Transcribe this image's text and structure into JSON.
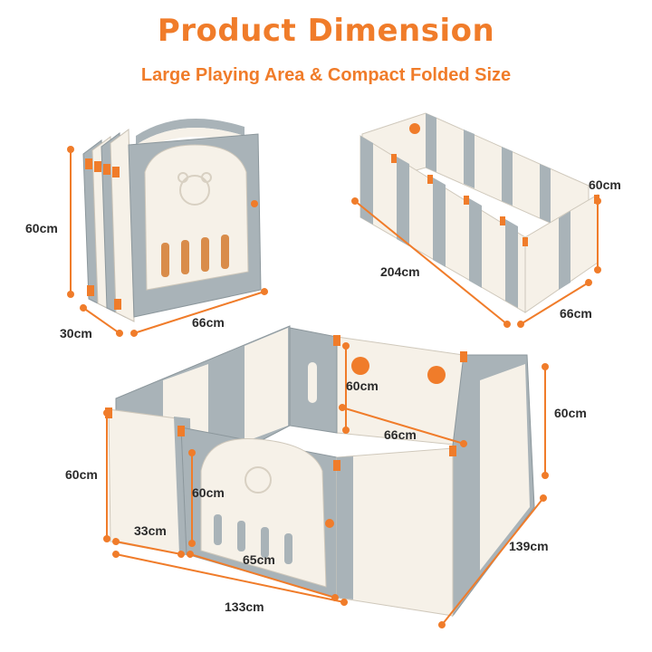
{
  "title": "Product Dimension",
  "subtitle": "Large Playing Area & Compact Folded Size",
  "colors": {
    "accent": "#f07c2a",
    "panel_gray": "#a9b3b8",
    "panel_cream": "#f6f1e8",
    "dim_line": "#f07c2a"
  },
  "folded": {
    "height_label": "60cm",
    "depth_label": "30cm",
    "width_label": "66cm"
  },
  "rectangle": {
    "length_label": "204cm",
    "width_label": "66cm",
    "height_label": "60cm"
  },
  "square": {
    "door_height_label": "60cm",
    "back_panel_height_label": "60cm",
    "back_panel_width_label": "66cm",
    "right_height_label": "60cm",
    "left_height_label": "60cm",
    "side_panel_width_label": "33cm",
    "door_width_label": "65cm",
    "front_length_label": "133cm",
    "side_length_label": "139cm"
  }
}
